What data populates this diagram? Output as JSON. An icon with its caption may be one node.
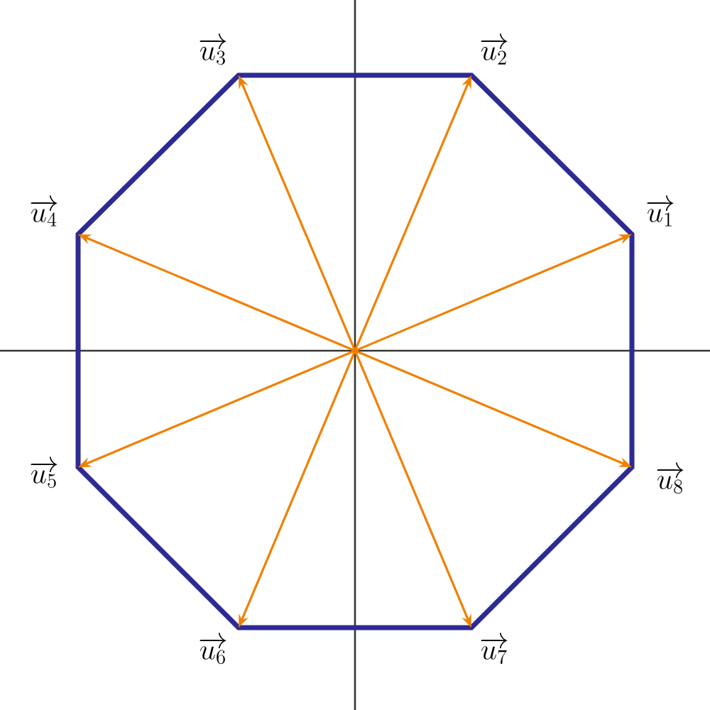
{
  "diagram": {
    "nodes": [
      {
        "text": [
          "\\overrightarrow{u_1}"
        ]
      },
      {
        "text": [
          "\\overrightarrow{u_2}"
        ]
      },
      {
        "text": [
          "\\overrightarrow{u_3}"
        ]
      },
      {
        "text": [
          "\\overrightarrow{u_4}"
        ]
      },
      {
        "text": [
          "\\overrightarrow{u_5}"
        ]
      },
      {
        "text": [
          "\\overrightarrow{u_6}"
        ]
      },
      {
        "text": [
          "\\overrightarrow{u_7}"
        ]
      },
      {
        "text": [
          "\\overrightarrow{u_8}"
        ]
      }
    ],
    "edges": [
      {
        "from": null,
        "to": 0,
        "arrow": "to"
      },
      {
        "from": null,
        "to": 1,
        "arrow": "to"
      },
      {
        "from": null,
        "to": 2,
        "arrow": "to"
      },
      {
        "from": null,
        "to": 3,
        "arrow": "to"
      },
      {
        "from": null,
        "to": 4,
        "arrow": "to"
      },
      {
        "from": null,
        "to": 5,
        "arrow": "to"
      },
      {
        "from": null,
        "to": 6,
        "arrow": "to"
      },
      {
        "from": null,
        "to": 7,
        "arrow": "to"
      }
    ]
  }
}
